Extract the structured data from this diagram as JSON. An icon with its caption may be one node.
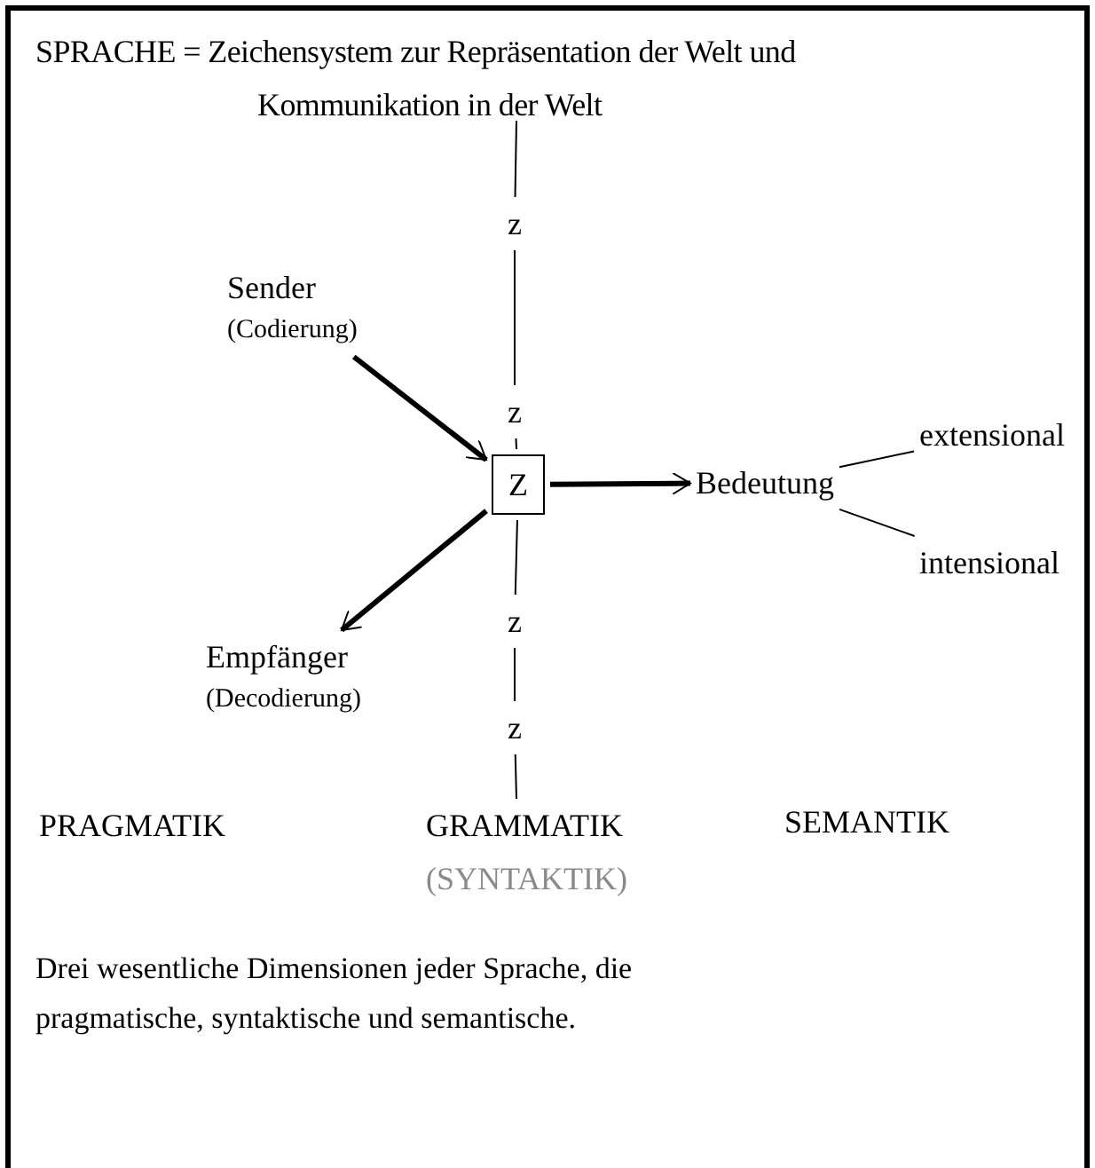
{
  "diagram": {
    "title": "SPRACHE = Zeichensystem zur Repräsentation der Welt und Kommunikation in der Welt",
    "nodes": [
      {
        "text": [
          "Sender",
          "(Codierung)"
        ]
      },
      {
        "text": [
          "Z"
        ]
      },
      {
        "text": [
          "Empfänger",
          "(Decodierung)"
        ]
      },
      {
        "text": [
          "Bedeutung"
        ]
      },
      {
        "text": [
          "extensional"
        ]
      },
      {
        "text": [
          "intensional"
        ]
      },
      {
        "text": [
          "z"
        ]
      },
      {
        "text": [
          "z"
        ]
      },
      {
        "text": [
          "z"
        ]
      },
      {
        "text": [
          "z"
        ]
      }
    ],
    "edges": [
      {
        "from": 0,
        "to": 1,
        "arrow": "to",
        "style": "thick"
      },
      {
        "from": 1,
        "to": 2,
        "arrow": "to",
        "style": "thick"
      },
      {
        "from": 1,
        "to": 3,
        "arrow": "to",
        "style": "thick"
      },
      {
        "from": 3,
        "to": 4,
        "arrow": "none"
      },
      {
        "from": 3,
        "to": 5,
        "arrow": "none"
      },
      {
        "from": null,
        "to": 6,
        "arrow": "none"
      },
      {
        "from": 6,
        "to": 7,
        "arrow": "none"
      },
      {
        "from": 7,
        "to": 1,
        "arrow": "none"
      },
      {
        "from": 1,
        "to": 8,
        "arrow": "none"
      },
      {
        "from": 8,
        "to": 9,
        "arrow": "none"
      },
      {
        "from": 9,
        "to": null,
        "arrow": "none"
      }
    ],
    "labels": [
      "PRAGMATIK",
      "GRAMMATIK",
      "(SYNTAKTIK)",
      "SEMANTIK"
    ],
    "caption": "Drei wesentliche Dimensionen jeder Sprache, die pragmatische, syntaktische und semantische."
  }
}
